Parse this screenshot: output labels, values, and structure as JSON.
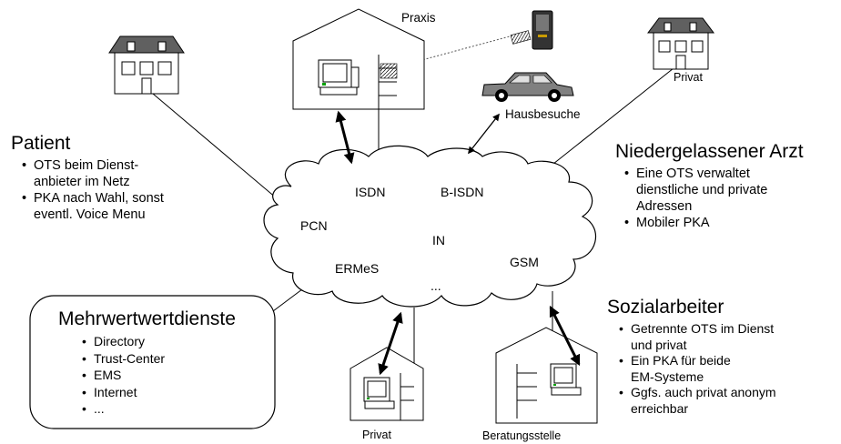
{
  "praxis_label": "Praxis",
  "hausbesuche_label": "Hausbesuche",
  "privat_top_label": "Privat",
  "privat_bottom_label": "Privat",
  "beratungsstelle_label": "Beratungsstelle",
  "network_terms": [
    "ISDN",
    "B-ISDN",
    "PCN",
    "IN",
    "ERMeS",
    "GSM",
    "..."
  ],
  "patient": {
    "title": "Patient",
    "items": [
      "OTS beim Dienst-\nanbieter im Netz",
      "PKA nach Wahl, sonst\neventl. Voice Menu"
    ]
  },
  "arzt": {
    "title": "Niedergelassener Arzt",
    "items": [
      "Eine OTS verwaltet\ndienstliche und private\nAdressen",
      "Mobiler PKA"
    ]
  },
  "sozial": {
    "title": "Sozialarbeiter",
    "items": [
      "Getrennte OTS im Dienst\nund privat",
      "Ein PKA für beide\nEM-Systeme",
      "Ggfs. auch privat anonym\nerreichbar"
    ]
  },
  "mehrwert": {
    "title": "Mehrwertwertdienste",
    "items": [
      "Directory",
      "Trust-Center",
      "EMS",
      "Internet",
      "..."
    ]
  }
}
